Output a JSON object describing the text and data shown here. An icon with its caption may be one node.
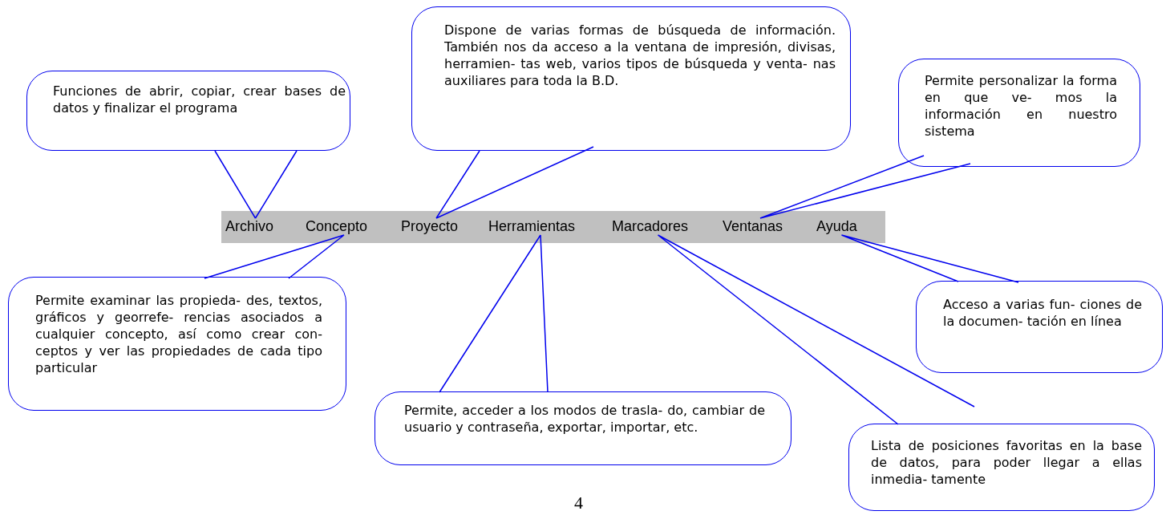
{
  "diagram": {
    "nodes": [
      {
        "text": [
          "Dispone de varias formas de búsqueda de información. También nos da acceso a la ventana de impresión, divisas, herramien- tas web, varios tipos de búsqueda y venta- nas auxiliares para toda la B.D."
        ]
      },
      {
        "text": [
          "Funciones de abrir, copiar, crear bases de datos y finalizar el programa"
        ]
      },
      {
        "text": [
          "Permite personalizar la forma en que ve- mos la información en nuestro sistema"
        ]
      },
      {
        "text": [],
        "shape": "bar"
      },
      {
        "text": [
          "Archivo"
        ],
        "in": 3
      },
      {
        "text": [
          "Concepto"
        ],
        "in": 3
      },
      {
        "text": [
          "Proyecto"
        ],
        "in": 3
      },
      {
        "text": [
          "Herramientas"
        ],
        "in": 3
      },
      {
        "text": [
          "Marcadores"
        ],
        "in": 3
      },
      {
        "text": [
          "Ventanas"
        ],
        "in": 3
      },
      {
        "text": [
          "Ayuda"
        ],
        "in": 3
      },
      {
        "text": [
          "Permite examinar las propieda- des, textos, gráficos y georrefe- rencias asociados a cualquier concepto, así como crear con- ceptos y ver las propiedades de cada tipo particular"
        ]
      },
      {
        "text": [
          "Acceso a varias fun- ciones de la documen- tación en línea"
        ]
      },
      {
        "text": [
          "Permite, acceder a los modos de trasla- do, cambiar de usuario y contraseña, exportar, importar, etc."
        ]
      },
      {
        "text": [
          "Lista de posiciones favoritas en la base de datos, para poder llegar a ellas inmedia- tamente"
        ]
      }
    ],
    "edges": [
      {
        "from": 1,
        "to": 4,
        "arrow": "none"
      },
      {
        "from": 0,
        "to": 6,
        "arrow": "none"
      },
      {
        "from": 2,
        "to": 9,
        "arrow": "none"
      },
      {
        "from": 11,
        "to": 5,
        "arrow": "none"
      },
      {
        "from": 13,
        "to": 7,
        "arrow": "none"
      },
      {
        "from": 14,
        "to": 8,
        "arrow": "none"
      },
      {
        "from": 12,
        "to": 10,
        "arrow": "none"
      }
    ],
    "labels": [
      "4"
    ]
  }
}
